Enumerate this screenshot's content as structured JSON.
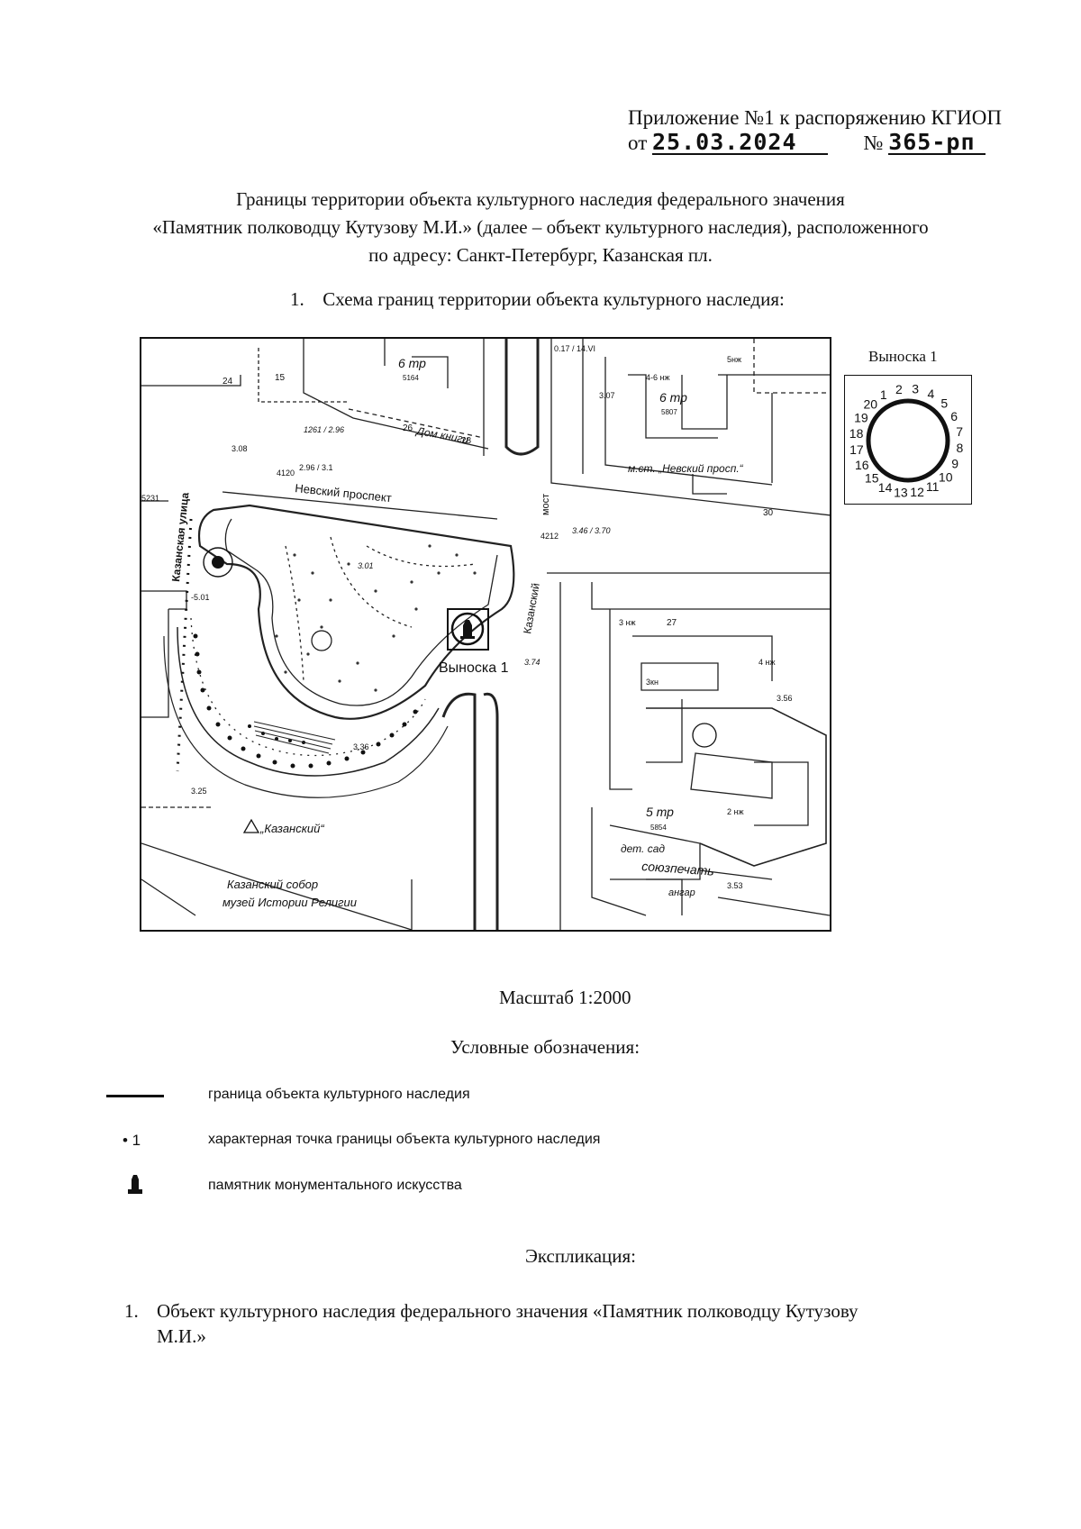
{
  "header": {
    "appendix_line": "Приложение №1 к распоряжению КГИОП",
    "from_label": "от",
    "date": "25.03.2024",
    "number_label": "№",
    "number": "365-рп"
  },
  "title": {
    "line1": "Границы территории объекта культурного наследия федерального значения",
    "line2": "«Памятник полководцу Кутузову М.И.» (далее – объект культурного наследия), расположенного",
    "line3": "по адресу: Санкт-Петербург, Казанская пл."
  },
  "section1": {
    "number": "1.",
    "text": "Схема границ территории объекта культурного наследия:"
  },
  "map": {
    "labels": {
      "nevsky": "Невский проспект",
      "kazanskaya_ulitsa": "Казанская улица",
      "kazansky_most": "Казанский",
      "most": "мост",
      "dom_knigi": "Дом книги",
      "metro": "м.ст. „Невский просп.“",
      "callout_ref": "Выноска 1",
      "kazansky_triangle": "„Казанский“",
      "kazansky_sobor": "Казанский собор",
      "muzei": "музей Истории Религии",
      "soyuzpechat": "союзпечать",
      "det_sad": "дет. сад",
      "b6tr": "6 тр",
      "b5tr": "5 тр",
      "n5164": "5164",
      "n5807": "5807",
      "n5854": "5854",
      "n4120": "4120",
      "n4212": "4212",
      "n5231": "5231",
      "e308": "3.08",
      "e301": "3.01",
      "e336": "3.36",
      "e325": "3.25",
      "e374": "3.74",
      "e356": "3.56",
      "e353": "3.53",
      "e307": "3.07",
      "e501": "-5.01",
      "frac1": "2.96 / 3.1",
      "frac2": "3.46 / 3.70",
      "frac3": "0.17 / 14.VI",
      "frac4": "1261 / 2.96",
      "h5nzh": "5нж",
      "h46nzh": "4-6 нж",
      "h3nzh": "3 нж",
      "h4nzh": "4 нж",
      "h2nzh": "2 нж",
      "h3knzh": "3кн",
      "b24": "24",
      "b26": "26",
      "b28": "28",
      "b30": "30",
      "b27": "27",
      "b15": "15",
      "angar": "ангар"
    }
  },
  "callout": {
    "title": "Выноска 1",
    "points": [
      "1",
      "2",
      "3",
      "4",
      "5",
      "6",
      "7",
      "8",
      "9",
      "10",
      "11",
      "12",
      "13",
      "14",
      "15",
      "16",
      "17",
      "18",
      "19",
      "20"
    ]
  },
  "scale": "Масштаб 1:2000",
  "legend": {
    "title": "Условные обозначения:",
    "items": [
      {
        "symbol": "line",
        "label": "граница объекта культурного наследия"
      },
      {
        "symbol": "point",
        "symbol_text": "• 1",
        "label": "характерная точка границы объекта культурного наследия"
      },
      {
        "symbol": "monument",
        "label": "памятник монументального искусства"
      }
    ]
  },
  "explication": {
    "title": "Экспликация:",
    "items": [
      {
        "number": "1.",
        "text": "Объект культурного наследия федерального значения «Памятник полководцу Кутузову",
        "text2": "М.И.»"
      }
    ]
  }
}
